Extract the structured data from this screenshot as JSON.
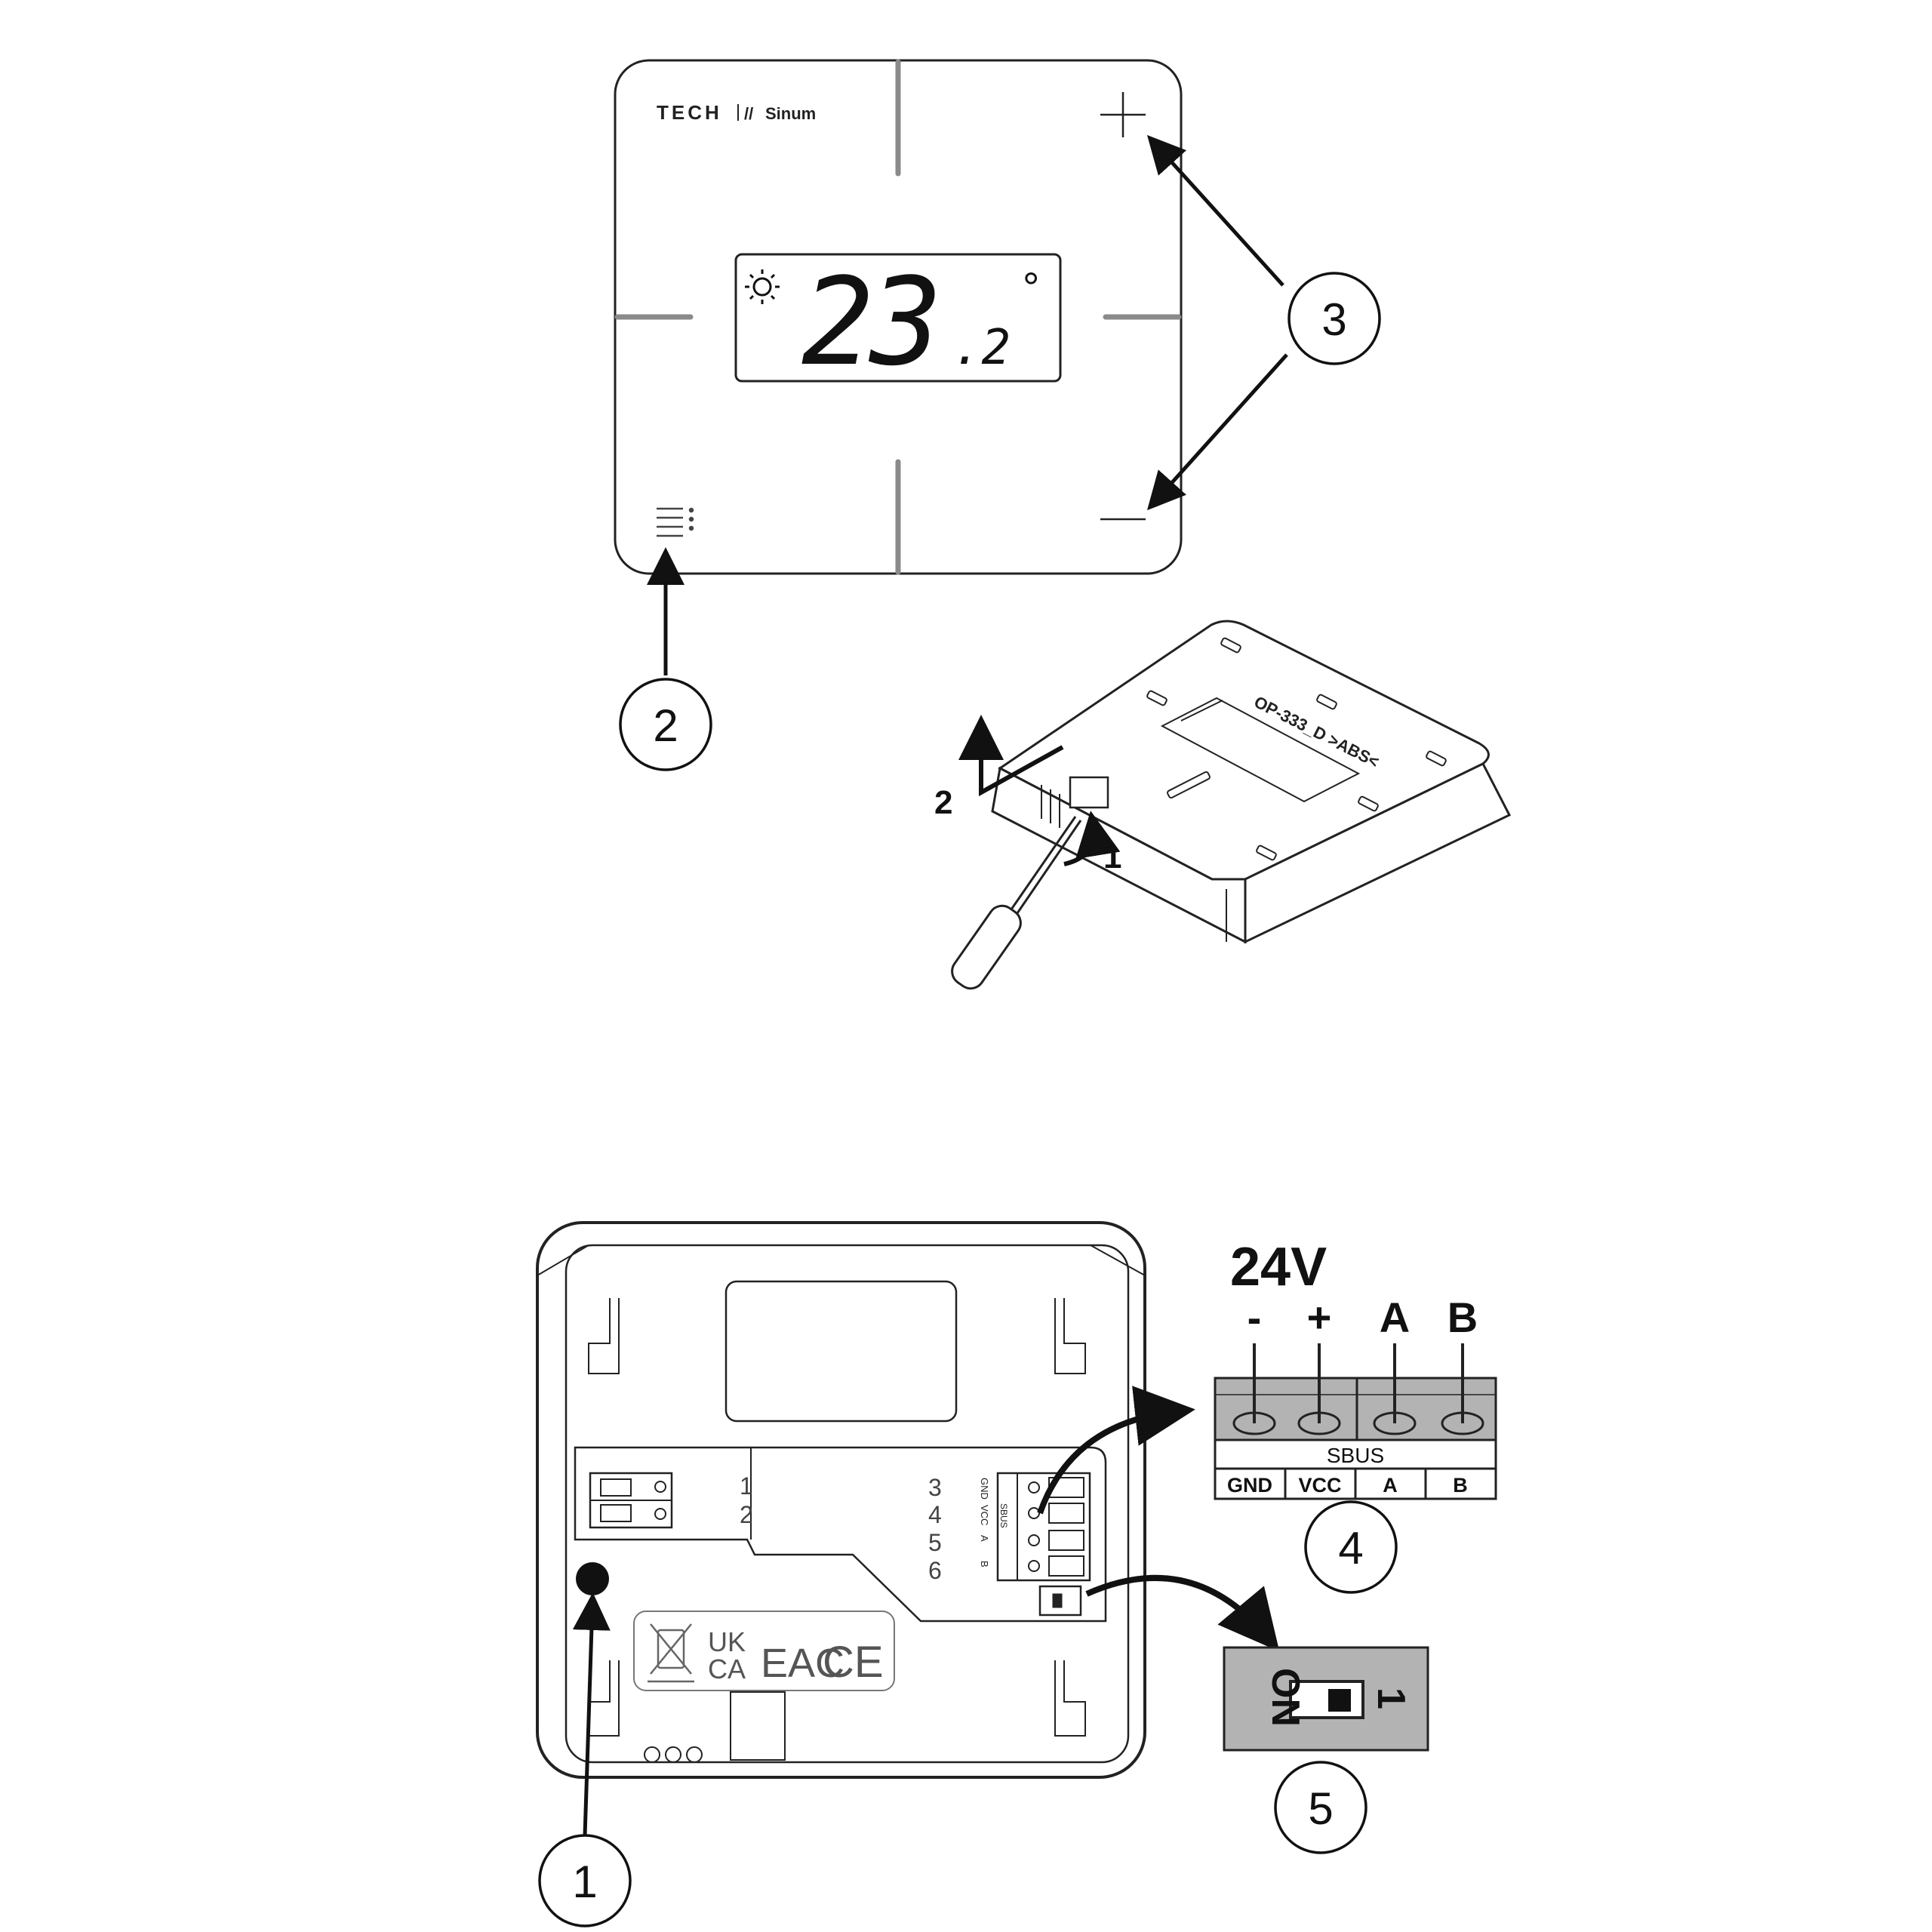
{
  "brand": {
    "tech": "TECH",
    "sinum": "Sinum"
  },
  "display": {
    "temperature": "23",
    "decimal": ".2",
    "degree": "°"
  },
  "step_labels": {
    "step1": "1",
    "step2": "2"
  },
  "back_cover_label": "OP-333_D >ABS<",
  "callouts": {
    "c1": "1",
    "c2": "2",
    "c3": "3",
    "c4": "4",
    "c5": "5"
  },
  "terminal_numbers": [
    "1",
    "2",
    "3",
    "4",
    "5",
    "6"
  ],
  "connector_side_labels": [
    "GND",
    "VCC",
    "A",
    "B"
  ],
  "connector_sbus": "SBUS",
  "cert_marks": {
    "uk": "UK",
    "ca": "CA",
    "eac": "EAC",
    "ce": "CE"
  },
  "terminal_block": {
    "voltage": "24V",
    "symbols": [
      "-",
      "+",
      "A",
      "B"
    ],
    "bus_label": "SBUS",
    "pins": [
      "GND",
      "VCC",
      "A",
      "B"
    ]
  },
  "dip_switch": {
    "on_label": "ON",
    "number": "1"
  },
  "colors": {
    "stroke": "#111111",
    "panel_bg": "#ffffff",
    "terminal_fill": "#b3b3b3",
    "touch_bar": "#8a8a8a"
  }
}
